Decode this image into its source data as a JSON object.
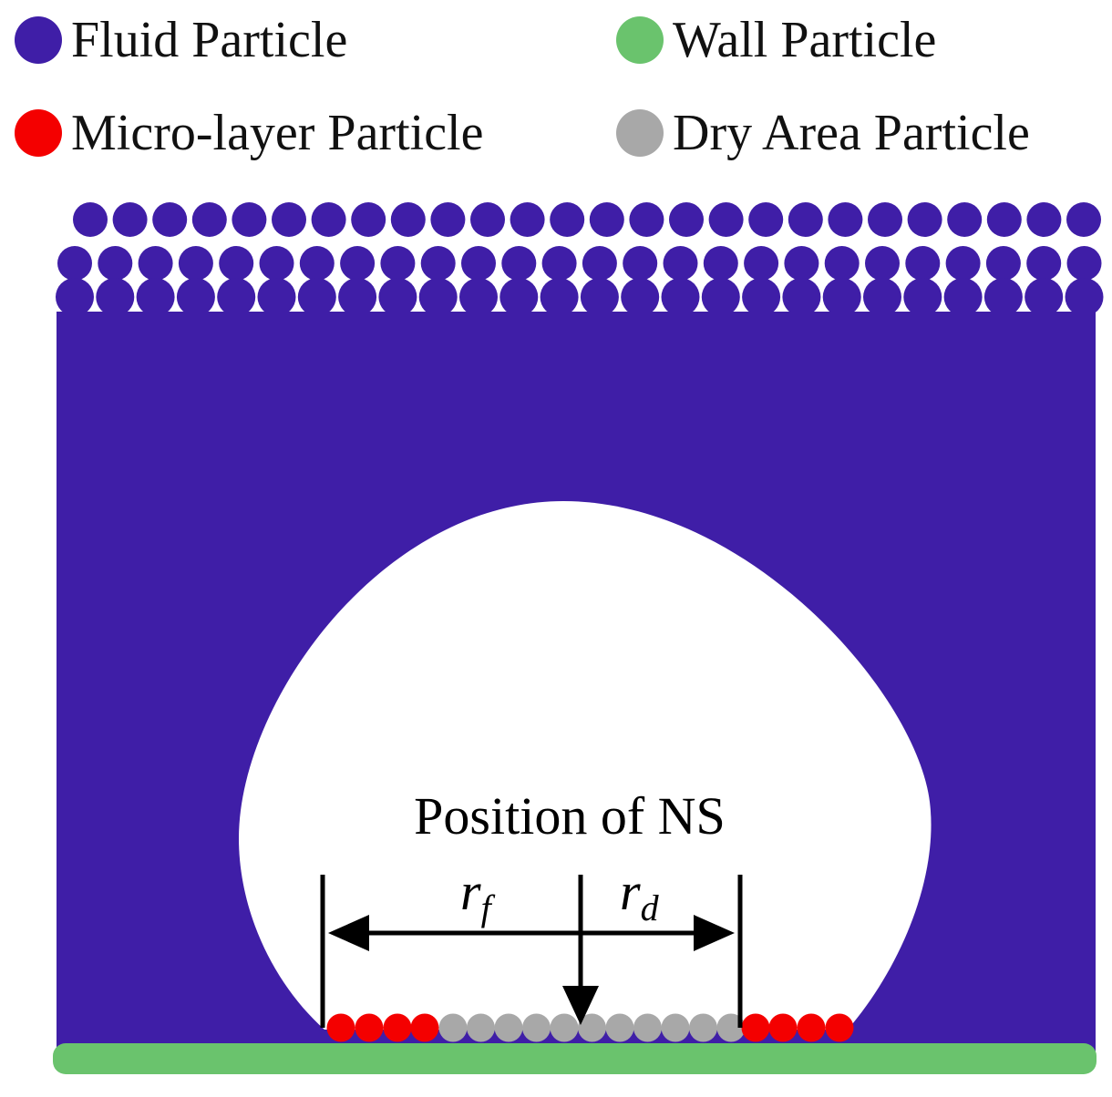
{
  "legend": {
    "fluid": {
      "label": "Fluid Particle",
      "color": "#3f1ea7"
    },
    "wall": {
      "label": "Wall Particle",
      "color": "#6ac36d"
    },
    "microlayer": {
      "label": "Micro-layer Particle",
      "color": "#f40000"
    },
    "dry": {
      "label": "Dry Area Particle",
      "color": "#a8a8a8"
    }
  },
  "annotations": {
    "ns_label": "Position of NS",
    "rf_main": "r",
    "rf_sub": "f",
    "rd_main": "r",
    "rd_sub": "d"
  },
  "colors": {
    "line": "#000000",
    "bubble": "#ffffff"
  }
}
